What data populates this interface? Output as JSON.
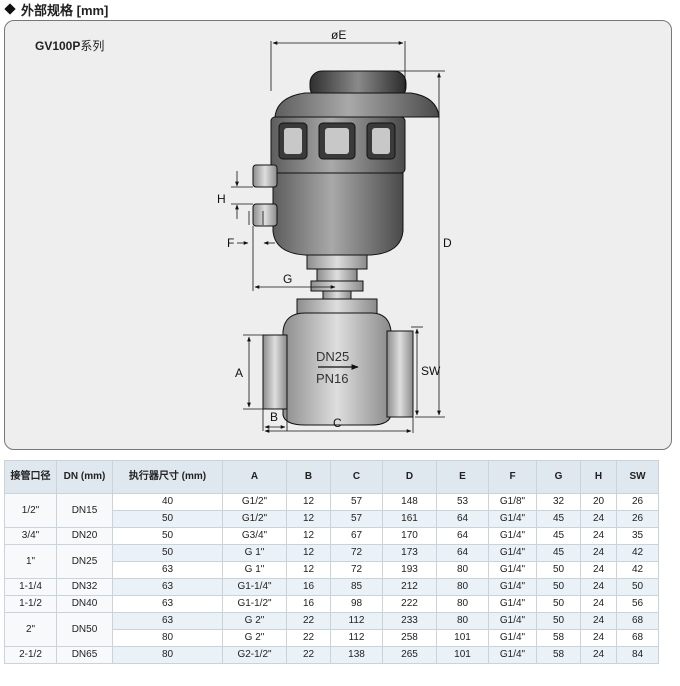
{
  "header": {
    "title": "外部规格 [mm]"
  },
  "drawing": {
    "series_model": "GV100P",
    "series_suffix": "系列",
    "dims": {
      "E": "øE",
      "D": "D",
      "H": "H",
      "F": "F",
      "G": "G",
      "A": "A",
      "B": "B",
      "C": "C",
      "SW": "SW"
    },
    "body_text1": "DN25",
    "body_text2": "PN16"
  },
  "table": {
    "headers": [
      "接管口径",
      "DN (mm)",
      "执行器尺寸 (mm)",
      "A",
      "B",
      "C",
      "D",
      "E",
      "F",
      "G",
      "H",
      "SW"
    ],
    "groups": [
      {
        "size": "1/2\"",
        "dn": "DN15",
        "rows": [
          [
            "40",
            "G1/2\"",
            "12",
            "57",
            "148",
            "53",
            "G1/8\"",
            "32",
            "20",
            "26"
          ],
          [
            "50",
            "G1/2\"",
            "12",
            "57",
            "161",
            "64",
            "G1/4\"",
            "45",
            "24",
            "26"
          ]
        ]
      },
      {
        "size": "3/4\"",
        "dn": "DN20",
        "rows": [
          [
            "50",
            "G3/4\"",
            "12",
            "67",
            "170",
            "64",
            "G1/4\"",
            "45",
            "24",
            "35"
          ]
        ]
      },
      {
        "size": "1\"",
        "dn": "DN25",
        "rows": [
          [
            "50",
            "G 1\"",
            "12",
            "72",
            "173",
            "64",
            "G1/4\"",
            "45",
            "24",
            "42"
          ],
          [
            "63",
            "G 1\"",
            "12",
            "72",
            "193",
            "80",
            "G1/4\"",
            "50",
            "24",
            "42"
          ]
        ]
      },
      {
        "size": "1-1/4",
        "dn": "DN32",
        "rows": [
          [
            "63",
            "G1-1/4\"",
            "16",
            "85",
            "212",
            "80",
            "G1/4\"",
            "50",
            "24",
            "50"
          ]
        ]
      },
      {
        "size": "1-1/2",
        "dn": "DN40",
        "rows": [
          [
            "63",
            "G1-1/2\"",
            "16",
            "98",
            "222",
            "80",
            "G1/4\"",
            "50",
            "24",
            "56"
          ]
        ]
      },
      {
        "size": "2\"",
        "dn": "DN50",
        "rows": [
          [
            "63",
            "G 2\"",
            "22",
            "112",
            "233",
            "80",
            "G1/4\"",
            "50",
            "24",
            "68"
          ],
          [
            "80",
            "G 2\"",
            "22",
            "112",
            "258",
            "101",
            "G1/4\"",
            "58",
            "24",
            "68"
          ]
        ]
      },
      {
        "size": "2-1/2",
        "dn": "DN65",
        "rows": [
          [
            "80",
            "G2-1/2\"",
            "22",
            "138",
            "265",
            "101",
            "G1/4\"",
            "58",
            "24",
            "84"
          ]
        ]
      }
    ]
  }
}
